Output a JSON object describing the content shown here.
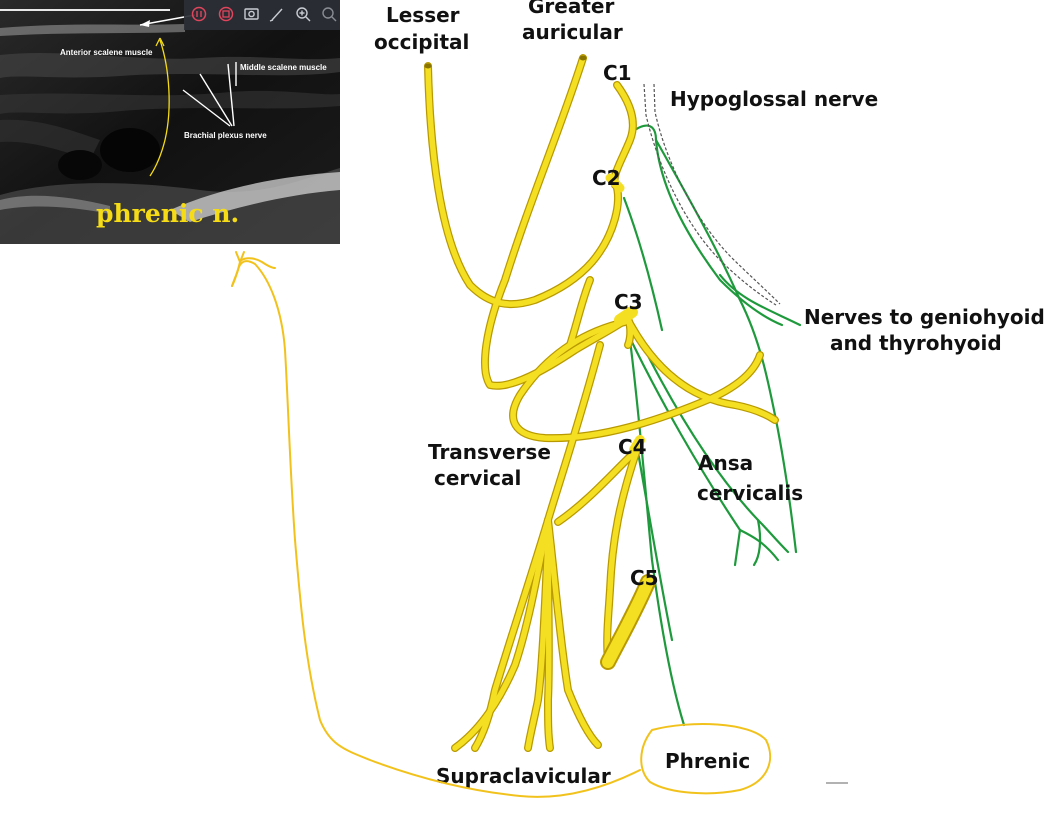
{
  "nerve_labels": {
    "lesser_occipital": [
      "Lesser",
      "occipital"
    ],
    "greater_auricular": [
      "Greater",
      "auricular"
    ],
    "c1": "C1",
    "c2": "C2",
    "c3": "C3",
    "c4": "C4",
    "c5": "C5",
    "hypoglossal": "Hypoglossal nerve",
    "geniohyoid": [
      "Nerves to geniohyoid",
      "and thyrohyoid"
    ],
    "transverse_cervical": [
      "Transverse",
      "cervical"
    ],
    "ansa_cervicalis": [
      "Ansa",
      "cervicalis"
    ],
    "supraclavicular": "Supraclavicular",
    "phrenic": "Phrenic"
  },
  "ultrasound": {
    "anterior_scalene": "Anterior scalene muscle",
    "middle_scalene": "Middle scalene muscle",
    "brachial_plexus": "Brachial plexus nerve",
    "phrenic_annotation": "phrenic n.",
    "toolbar_icons": [
      "pause-icon",
      "stop-icon",
      "camera-icon",
      "pen-icon",
      "zoom-in-icon",
      "zoom-out-icon"
    ]
  },
  "colors": {
    "cervical_nerve": "#f5df22",
    "cervical_outline": "#b89a00",
    "ansa_branch": "#1e9a3c",
    "annotation": "#f2c21c",
    "ultrasound_bg": "#0a0a0a",
    "phrenic_text": "#f5dc16"
  }
}
